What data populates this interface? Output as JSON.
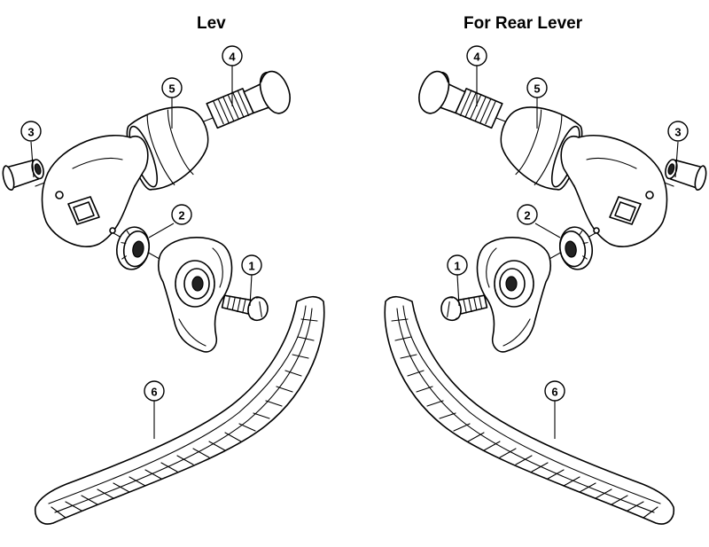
{
  "titles": {
    "left": "Lev",
    "right": "For Rear Lever"
  },
  "callouts": {
    "c1": "1",
    "c2": "2",
    "c3": "3",
    "c4": "4",
    "c5": "5",
    "c6": "6"
  }
}
